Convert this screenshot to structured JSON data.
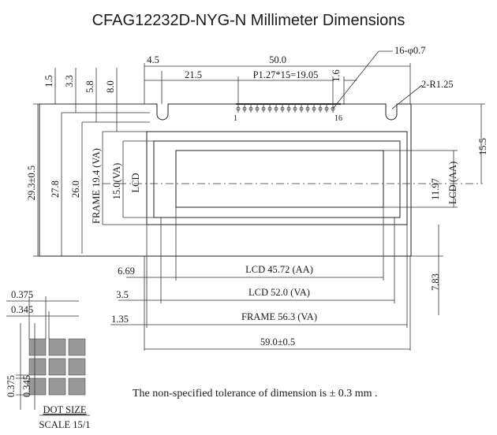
{
  "title": "CFAG12232D-NYG-N Millimeter Dimensions",
  "top_dims": {
    "d4_5": "4.5",
    "d50_0": "50.0",
    "d21_5": "21.5",
    "pitch": "P1.27*15=19.05",
    "d1_6": "1.6",
    "pins": "16-φ0.7",
    "radius": "2-R1.25",
    "pin16": "16",
    "pin1": "1"
  },
  "left_dims": {
    "d1_5": "1.5",
    "d3_3": "3.3",
    "d5_8": "5.8",
    "d8_0": "8.0",
    "d29_3": "29.3±0.5",
    "d27_8": "27.8",
    "d26_0": "26.0",
    "frame_va": "FRAME 19.4 (VA)",
    "lcd_va": "15.0(VA)",
    "lcd_label": "LCD"
  },
  "right_dims": {
    "d15_5": "15.5",
    "d11_97": "11.97",
    "lcd_aa": "LCD (AA)",
    "d7_83": "7.83"
  },
  "bottom_dims": {
    "d6_69": "6.69",
    "lcd_aa": "LCD  45.72 (AA)",
    "d3_5": "3.5",
    "lcd_va": "LCD  52.0 (VA)",
    "d1_35": "1.35",
    "frame_va": "FRAME 56.3 (VA)",
    "overall": "59.0±0.5"
  },
  "dot_size": {
    "w1": "0.375",
    "w2": "0.345",
    "h1": "0.375",
    "h2": "0.345",
    "label": "DOT SIZE",
    "scale": "SCALE 15/1"
  },
  "tolerance_note": "The non-specified tolerance of dimension is ± 0.3 mm ."
}
